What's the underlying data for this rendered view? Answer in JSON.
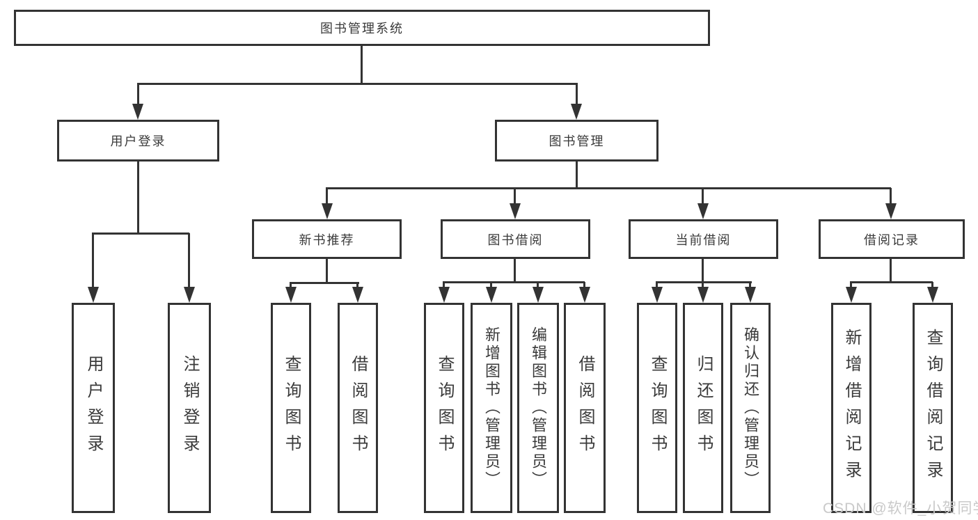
{
  "nodes": {
    "root": "图书管理系统",
    "user_login": "用户登录",
    "book_mgmt": "图书管理",
    "new_book_rec": "新书推荐",
    "book_borrow": "图书借阅",
    "current_borrow": "当前借阅",
    "borrow_records": "借阅记录",
    "leaf_user_login": "用户登录",
    "leaf_logout": "注销登录",
    "nbr_query": "查询图书",
    "nbr_borrow": "借阅图书",
    "bb_query": "查询图书",
    "bb_add": "新增图书（管理员）",
    "bb_edit": "编辑图书（管理员）",
    "bb_borrow": "借阅图书",
    "cb_query": "查询图书",
    "cb_return": "归还图书",
    "cb_confirm": "确认归还（管理员）",
    "br_add": "新增借阅记录",
    "br_query": "查询借阅记录"
  },
  "hierarchy": {
    "图书管理系统": {
      "用户登录": [
        "用户登录",
        "注销登录"
      ],
      "图书管理": {
        "新书推荐": [
          "查询图书",
          "借阅图书"
        ],
        "图书借阅": [
          "查询图书",
          "新增图书（管理员）",
          "编辑图书（管理员）",
          "借阅图书"
        ],
        "当前借阅": [
          "查询图书",
          "归还图书",
          "确认归还（管理员）"
        ],
        "借阅记录": [
          "新增借阅记录",
          "查询借阅记录"
        ]
      }
    }
  },
  "watermark": "CSDN @软件_小贺同学",
  "colors": {
    "line": "#333333",
    "box_border": "#333333",
    "text": "#3a3a3a",
    "watermark": "#c9c9c9",
    "background": "#ffffff"
  }
}
